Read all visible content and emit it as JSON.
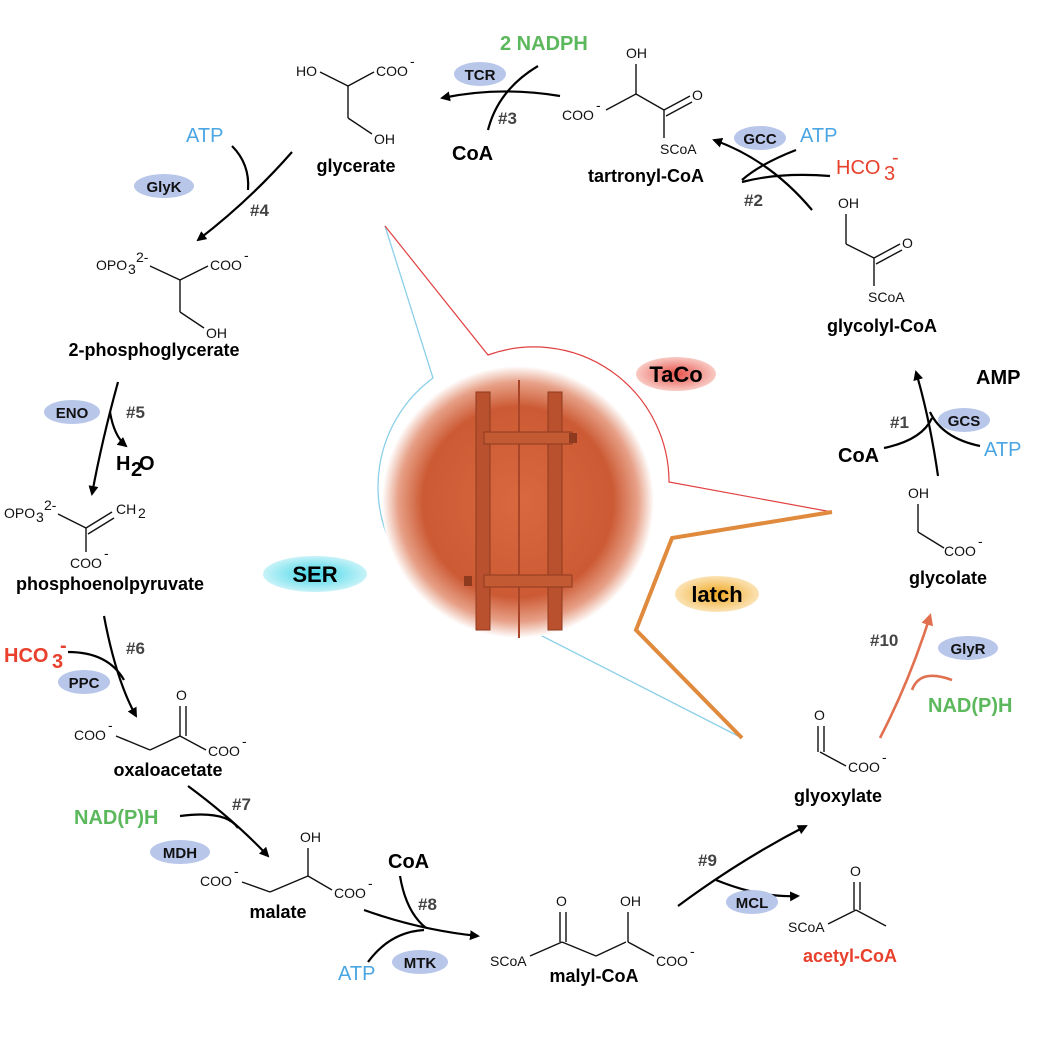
{
  "colors": {
    "blue": "#4aa6e3",
    "red": "#e8402c",
    "green": "#5cb85c",
    "enzyme_bg": "#b8c6ea",
    "latch": "#e08a3e",
    "taco": "#e0503a",
    "ser": "#4ab8e0"
  },
  "modules": {
    "taco": "TaCo",
    "latch": "latch",
    "ser": "SER"
  },
  "compounds": {
    "glycerate": "glycerate",
    "tartronyl_coa": "tartronyl-CoA",
    "glycolyl_coa": "glycolyl-CoA",
    "glycolate": "glycolate",
    "phosphoglycerate": "2-phosphoglycerate",
    "pep": "phosphoenolpyruvate",
    "oxaloacetate": "oxaloacetate",
    "malate": "malate",
    "malyl_coa": "malyl-CoA",
    "glyoxylate": "glyoxylate",
    "acetyl_coa": "acetyl-CoA"
  },
  "cofactors": {
    "nadph2": "2 NADPH",
    "coa_3": "CoA",
    "atp_2": "ATP",
    "hco3_2": "HCO",
    "amp": "AMP",
    "coa_1": "CoA",
    "atp_1": "ATP",
    "atp_4": "ATP",
    "h2o": "H",
    "hco3_6": "HCO",
    "nadph_7": "NAD(P)H",
    "coa_8": "CoA",
    "atp_8": "ATP",
    "nadph_10": "NAD(P)H"
  },
  "enzymes": {
    "tcr": "TCR",
    "gcc": "GCC",
    "gcs": "GCS",
    "glyk": "GlyK",
    "eno": "ENO",
    "ppc": "PPC",
    "mdh": "MDH",
    "mtk": "MTK",
    "mcl": "MCL",
    "glyr": "GlyR"
  },
  "steps": {
    "s1": "#1",
    "s2": "#2",
    "s3": "#3",
    "s4": "#4",
    "s5": "#5",
    "s6": "#6",
    "s7": "#7",
    "s8": "#8",
    "s9": "#9",
    "s10": "#10"
  },
  "structure_text": {
    "ho": "HO",
    "oh": "OH",
    "o": "O",
    "coo": "COO",
    "scoa": "SCoA",
    "opo3": "OPO",
    "ch2": "CH"
  }
}
